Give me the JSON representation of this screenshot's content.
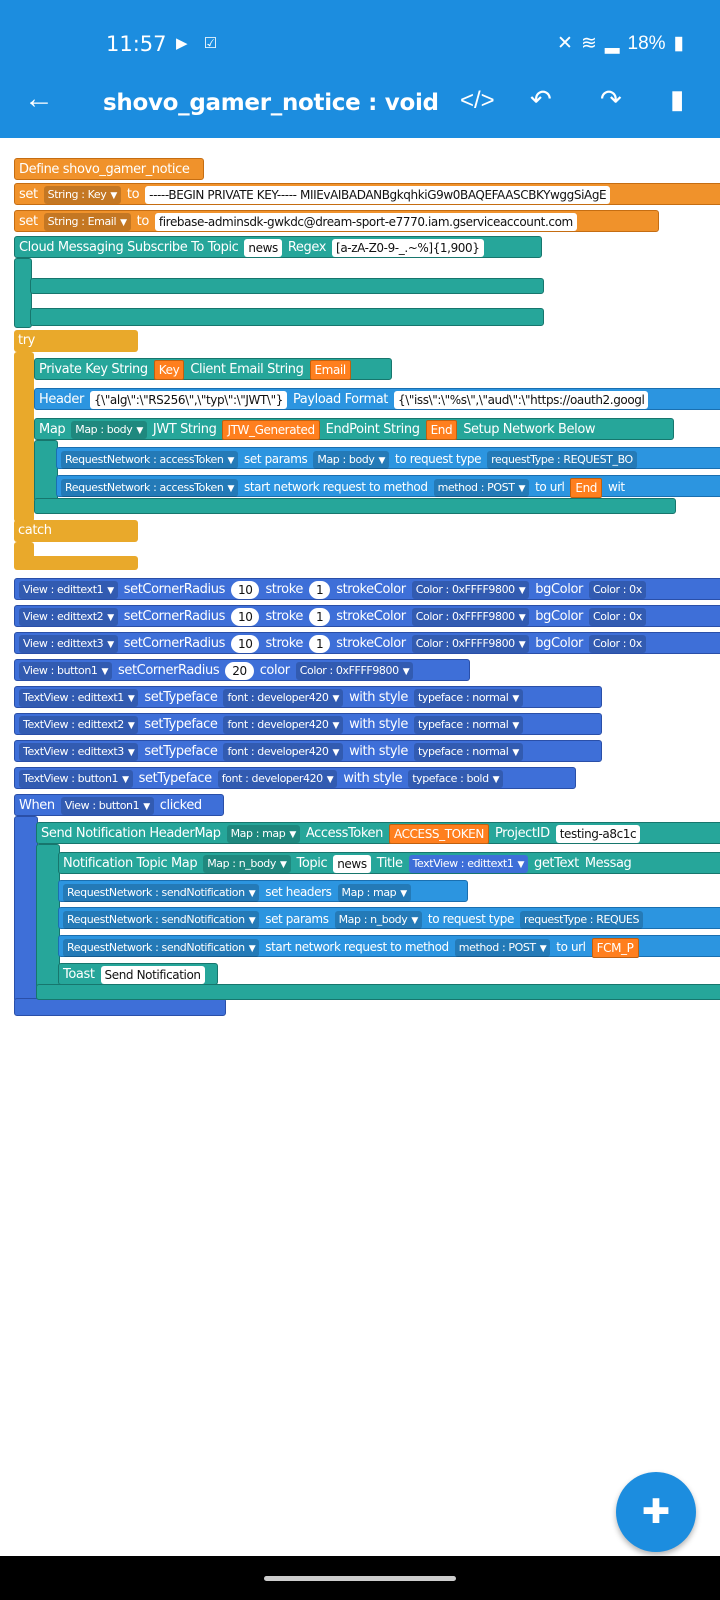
{
  "status": {
    "time": "11:57",
    "battery": "18%"
  },
  "toolbar": {
    "title": "shovo_gamer_notice : void",
    "back_icon": "arrow-left-icon",
    "code_icon": "</>",
    "undo_icon": "undo-icon",
    "redo_icon": "redo-icon",
    "bookmark_icon": "bookmark-icon"
  },
  "blocks": {
    "define": "Define shovo_gamer_notice",
    "set": "set",
    "to": "to",
    "string_key": "String : Key",
    "key_value": "-----BEGIN PRIVATE KEY----- MIIEvAIBADANBgkqhkiG9w0BAQEFAASCBKYwggSiAgE",
    "string_email": "String : Email",
    "email_value": "firebase-adminsdk-gwkdc@dream-sport-e7770.iam.gserviceaccount.com",
    "cloud_sub": "Cloud Messaging Subscribe To Topic",
    "news": "news",
    "regex": "Regex",
    "regex_value": "[a-zA-Z0-9-_.~%]{1,900}",
    "try": "try",
    "catch": "catch",
    "private_key_string": "Private Key String",
    "key": "Key",
    "client_email_string": "Client Email String",
    "email": "Email",
    "header": "Header",
    "header_value": "{\\\"alg\\\":\\\"RS256\\\",\\\"typ\\\":\\\"JWT\\\"}",
    "payload_format": "Payload Format",
    "payload_value": "{\\\"iss\\\":\\\"%s\\\",\\\"aud\\\":\\\"https://oauth2.googl",
    "map": "Map",
    "map_body": "Map : body",
    "jwt_string": "JWT String",
    "jtw_generated": "JTW_Generated",
    "endpoint_string": "EndPoint String",
    "end": "End",
    "setup_network": "Setup Network Below",
    "rn_access": "RequestNetwork : accessToken",
    "set_params": "set params",
    "to_request_type": "to request type",
    "request_type_bo": "requestType : REQUEST_BO",
    "start_network": "start network request to method",
    "method_post": "method : POST",
    "to_url": "to url",
    "wit": "wit",
    "view_e1": "View : edittext1",
    "view_e2": "View : edittext2",
    "view_e3": "View : edittext3",
    "view_b1": "View : button1",
    "set_corner": "setCornerRadius",
    "ten": "10",
    "one": "1",
    "twenty": "20",
    "stroke": "stroke",
    "stroke_color": "strokeColor",
    "color_ff9800": "Color : 0xFFFF9800",
    "bg_color": "bgColor",
    "color_0x": "Color : 0x",
    "color": "color",
    "tv_e1": "TextView : edittext1",
    "tv_e2": "TextView : edittext2",
    "tv_e3": "TextView : edittext3",
    "tv_b1": "TextView : button1",
    "set_typeface": "setTypeface",
    "font_dev": "font : developer420",
    "with_style": "with style",
    "tf_normal": "typeface : normal",
    "tf_bold": "typeface : bold",
    "when": "When",
    "clicked": "clicked",
    "send_notif_header": "Send Notification HeaderMap",
    "map_map": "Map : map",
    "access_token": "AccessToken",
    "access_token_var": "ACCESS_TOKEN",
    "project_id": "ProjectID",
    "project_value": "testing-a8c1c",
    "notif_topic_map": "Notification Topic Map",
    "map_n_body": "Map : n_body",
    "topic": "Topic",
    "title": "Title",
    "get_text": "getText",
    "message": "Messag",
    "rn_send": "RequestNetwork : sendNotification",
    "set_headers": "set headers",
    "request_type_reques": "requestType : REQUES",
    "fcm": "FCM_P",
    "toast": "Toast",
    "send_notification": "Send Notification"
  },
  "fab_icon": "puzzle-icon"
}
